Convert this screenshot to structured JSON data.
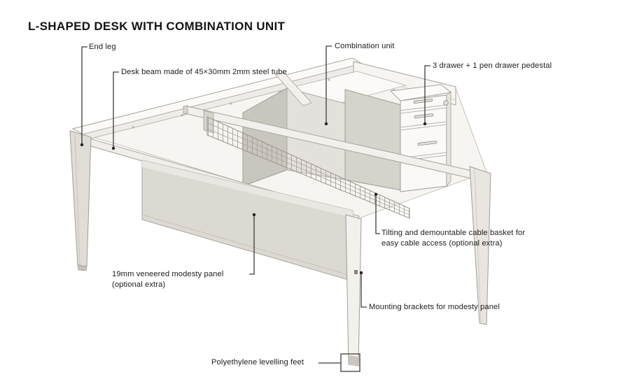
{
  "title": "L-SHAPED DESK WITH COMBINATION UNIT",
  "callouts": {
    "end_leg": "End leg",
    "desk_beam": "Desk beam made of 45×30mm 2mm steel tube",
    "combination_unit": "Combination unit",
    "pedestal": "3 drawer + 1 pen drawer pedestal",
    "cable_basket": "Tilting and demountable cable basket for easy cable access (optional extra)",
    "modesty_panel": "19mm veneered modesty panel (optional extra)",
    "mounting_brackets": "Mounting brackets for modesty panel",
    "levelling_feet": "Polyethylene levelling feet"
  },
  "colors": {
    "background": "#ffffff",
    "leader_line": "#3d3d3d",
    "label_text": "#1d1d1d",
    "title_text": "#141414",
    "desk_outline": "#a29d96",
    "desk_light_fill": "#f5f4f1",
    "panel_gray_fill": "#d6d2cc",
    "modesty_panel_fill": "#dcd8d2"
  }
}
